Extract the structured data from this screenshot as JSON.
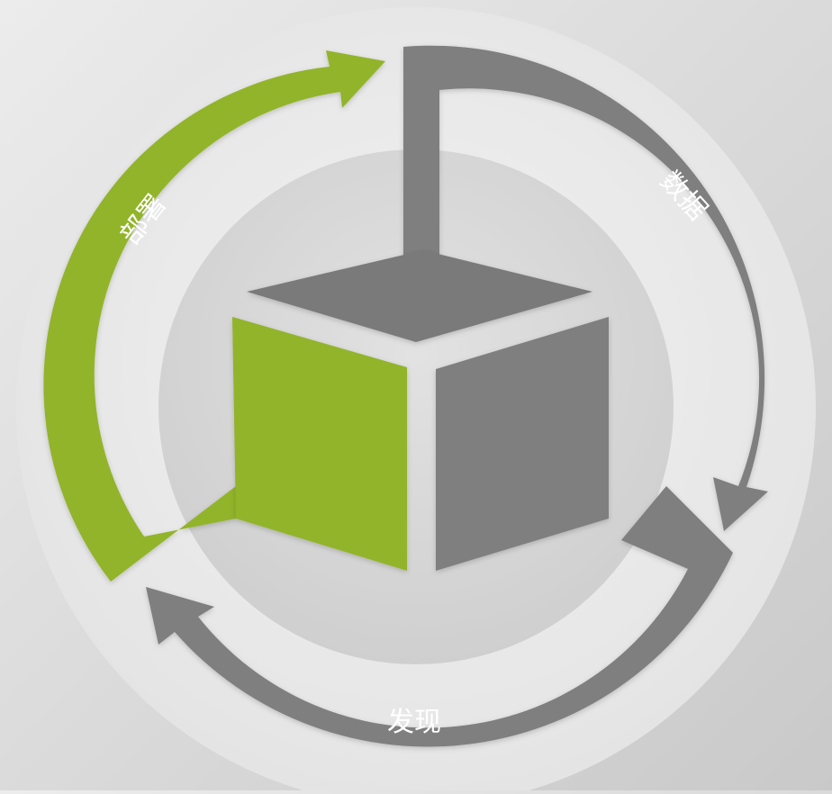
{
  "diagram": {
    "labels": {
      "deploy": "部署",
      "data": "数据",
      "discover": "发现"
    },
    "colors": {
      "background": "#dcdcdc",
      "outer_ring": "#eaeaea",
      "inner_disc": "#d6d6d6",
      "accent_green": "#92b42a",
      "dark_gray": "#7f7f7f",
      "cube_top": "#7a7a7a",
      "label_text": "#ffffff"
    }
  }
}
